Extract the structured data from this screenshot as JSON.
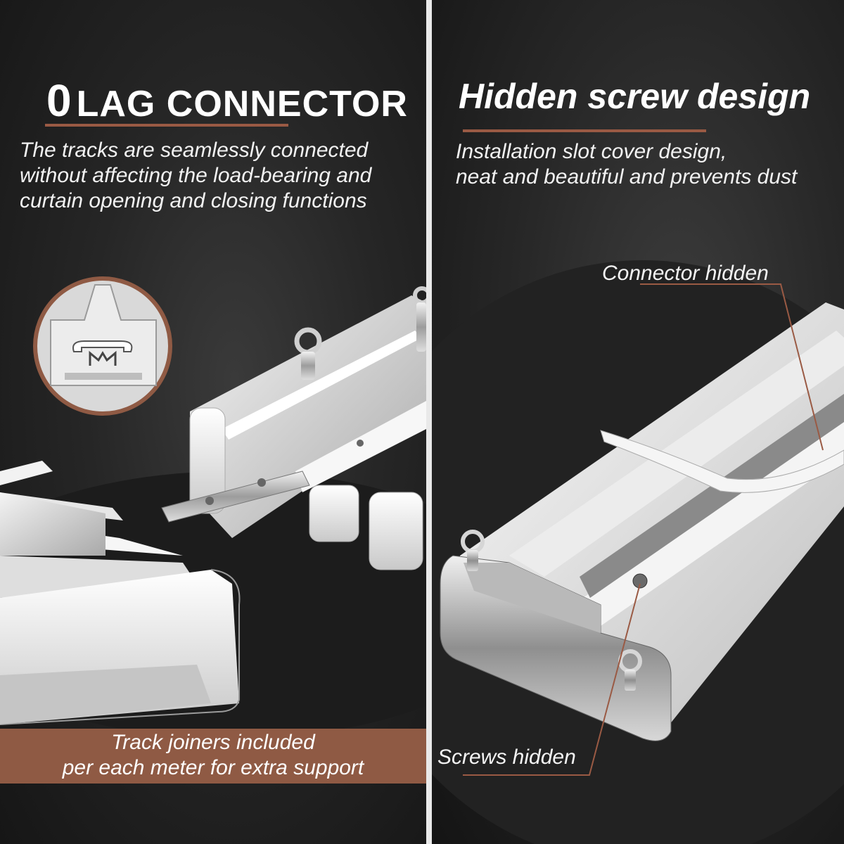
{
  "left_panel": {
    "title_zero": "0",
    "title_rest": "LAG CONNECTOR",
    "description_lines": [
      "The tracks are seamlessly connected",
      "without affecting the load-bearing and",
      "curtain opening and closing functions"
    ],
    "band_lines": [
      "Track joiners included",
      "per each meter for extra support"
    ]
  },
  "right_panel": {
    "title": "Hidden screw design",
    "description_lines": [
      "Installation slot cover design,",
      "neat and beautiful and prevents dust"
    ],
    "callout_connector": "Connector hidden",
    "callout_screws": "Screws hidden"
  },
  "colors": {
    "accent": "#8f5a44",
    "divider": "#e9e9e9",
    "background": "#262626"
  }
}
